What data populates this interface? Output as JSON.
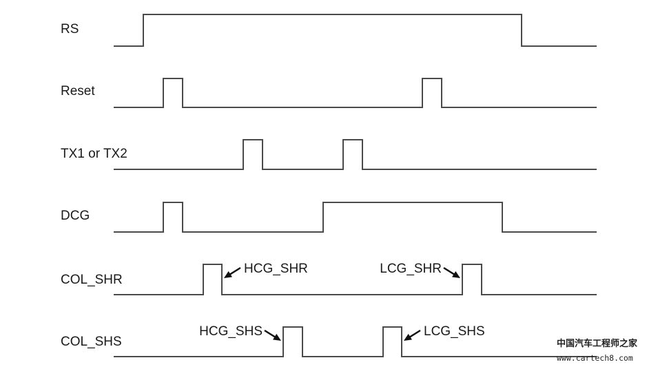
{
  "signals": [
    {
      "label": "RS",
      "pulses": [
        [
          208,
          757
        ]
      ]
    },
    {
      "label": "Reset",
      "pulses": [
        [
          237,
          265
        ],
        [
          613,
          641
        ]
      ]
    },
    {
      "label": "TX1 or TX2",
      "pulses": [
        [
          353,
          381
        ],
        [
          498,
          526
        ]
      ]
    },
    {
      "label": "DCG",
      "pulses": [
        [
          237,
          265
        ],
        [
          469,
          729
        ]
      ]
    },
    {
      "label": "COL_SHR",
      "pulses": [
        [
          295,
          322
        ],
        [
          671,
          699
        ]
      ]
    },
    {
      "label": "COL_SHS",
      "pulses": [
        [
          411,
          439
        ],
        [
          556,
          583
        ]
      ]
    }
  ],
  "annotations": [
    {
      "text": "HCG_SHR",
      "row": 4,
      "side": "right-of-edge",
      "edge": 322
    },
    {
      "text": "LCG_SHR",
      "row": 4,
      "side": "left-of-edge",
      "edge": 671
    },
    {
      "text": "HCG_SHS",
      "row": 5,
      "side": "left-of-edge",
      "edge": 411
    },
    {
      "text": "LCG_SHS",
      "row": 5,
      "side": "right-of-edge",
      "edge": 583
    }
  ],
  "watermark": {
    "title": "中国汽车工程师之家",
    "url": "www.cartech8.com"
  }
}
